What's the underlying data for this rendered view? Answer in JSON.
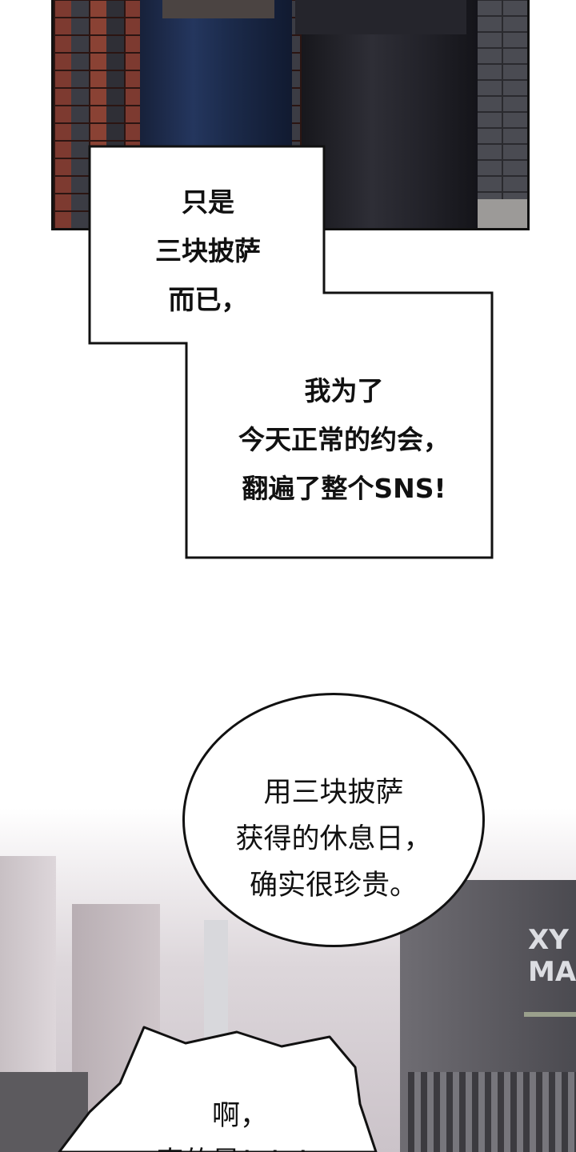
{
  "narration_box": {
    "lines_top": [
      "只是",
      "三块披萨",
      "而已，"
    ],
    "lines_bottom": [
      "我为了",
      "今天正常的约会，",
      "翻遍了整个SNS!"
    ]
  },
  "speech_bubble_round": {
    "lines": [
      "用三块披萨",
      "获得的休息日，",
      "确实很珍贵。"
    ]
  },
  "speech_bubble_spiky": {
    "lines": [
      "啊，",
      "真的是！！！"
    ]
  },
  "background_sign": {
    "text_lines": [
      "XY",
      "MA"
    ]
  },
  "colors": {
    "border": "#111111",
    "bubble_fill": "#ffffff",
    "denim": "#24365e",
    "brick": "#7d3a30"
  }
}
